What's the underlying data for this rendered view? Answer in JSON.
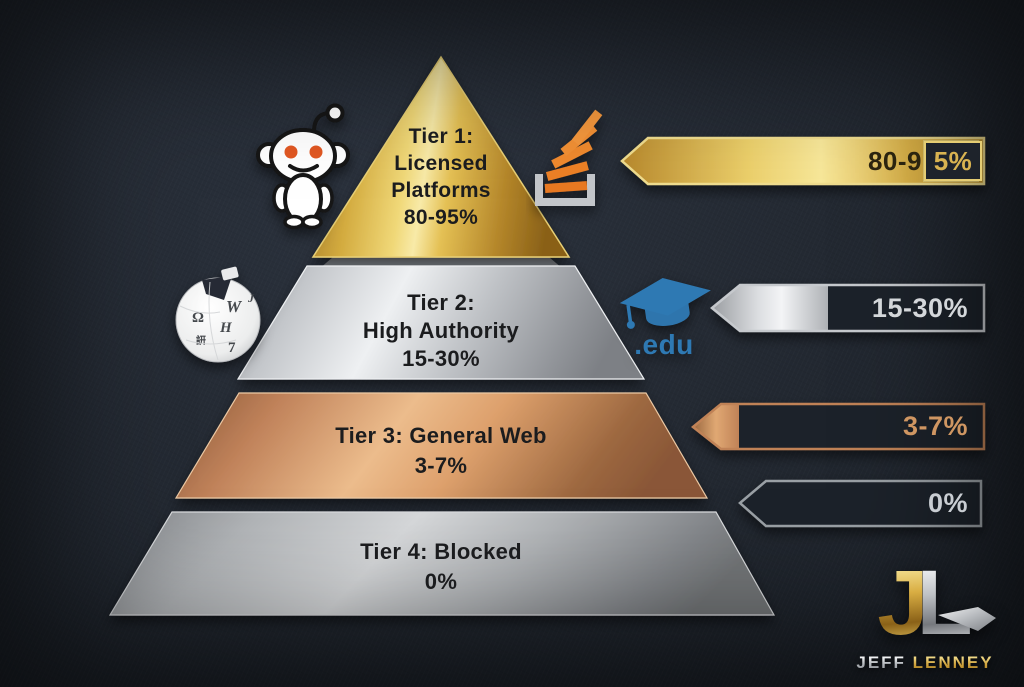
{
  "palette": {
    "background": "#232932",
    "gold": "#d4a73d",
    "silver": "#c9ccd0",
    "bronze": "#c08257",
    "steel": "#9aa0a5",
    "text_dark": "#1b1c1e",
    "edu_blue": "#2e79b3",
    "reddit_orange": "#e25822",
    "stackoverflow_orange": "#f48024"
  },
  "pyramid": {
    "tiers": [
      {
        "title": "Tier 1:\nLicensed\nPlatforms",
        "pct": "80-95%",
        "material": "gold"
      },
      {
        "title": "Tier 2:\nHigh Authority",
        "pct": "15-30%",
        "material": "silver"
      },
      {
        "title": "Tier 3: General Web",
        "pct": "3-7%",
        "material": "bronze"
      },
      {
        "title": "Tier 4: Blocked",
        "pct": "0%",
        "material": "steel"
      }
    ]
  },
  "arrows": [
    {
      "value": "80-95%",
      "value_left": "80-9",
      "value_right": "5%",
      "fill_level": "high",
      "color": "#d9b351"
    },
    {
      "value": "15-30%",
      "fill_level": "partial",
      "color": "#d4d7da"
    },
    {
      "value": "3-7%",
      "fill_level": "low",
      "color": "#cf9662"
    },
    {
      "value": "0%",
      "fill_level": "none",
      "color": "#c9cdd2"
    }
  ],
  "icons": {
    "tier1_left": "reddit-logo",
    "tier1_right": "stackoverflow-logo",
    "tier2_left": "wikipedia-globe",
    "tier2_right": "edu-graduation-cap"
  },
  "edu": {
    "label": ".edu"
  },
  "logo": {
    "monogram_j": "J",
    "monogram_l": "L",
    "name_first": "JEFF",
    "name_last": "LENNEY"
  }
}
